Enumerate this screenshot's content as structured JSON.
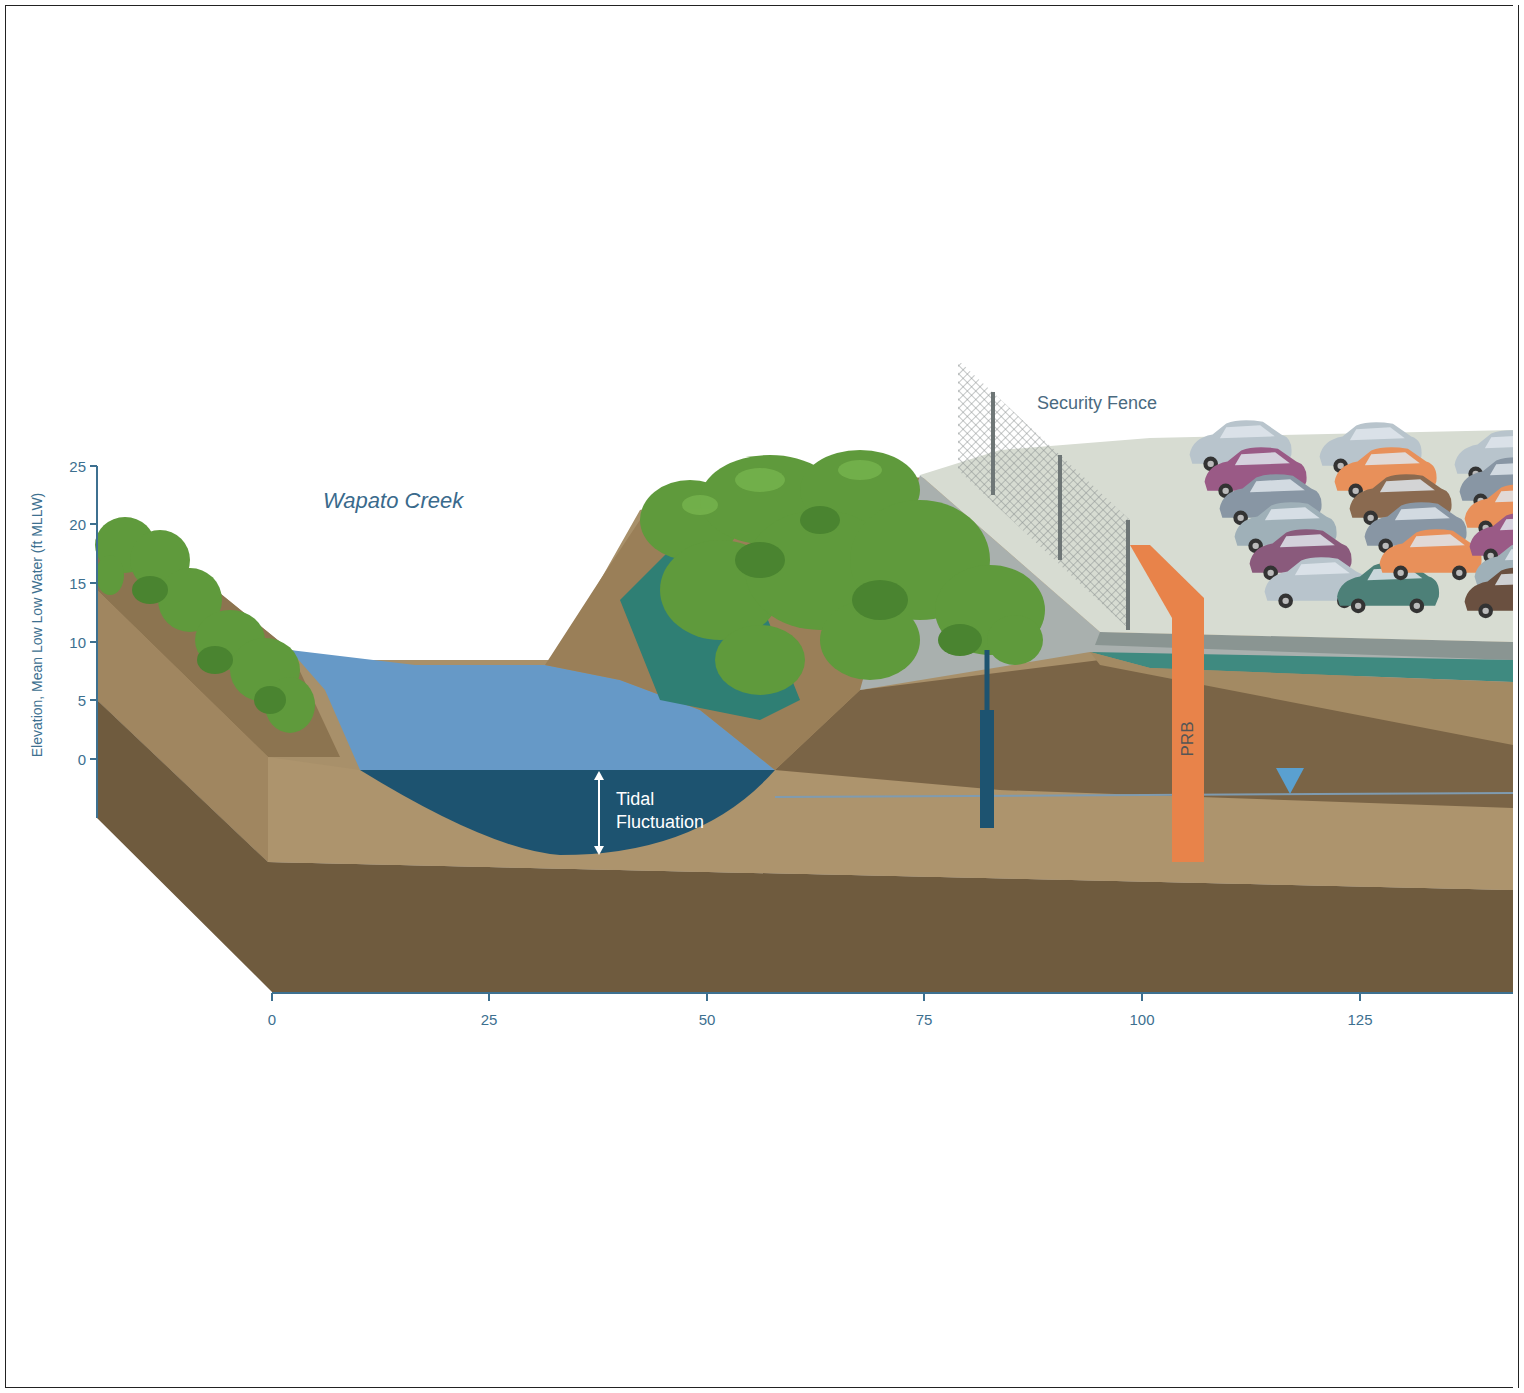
{
  "diagram": {
    "nodes": [
      {
        "text": [
          "PRB"
        ]
      }
    ],
    "labels": [
      "Elevation, Mean Low Low Water (ft MLLW)",
      "25",
      "20",
      "15",
      "10",
      "5",
      "0",
      "Wapato Creek",
      "Security Fence",
      "Tidal Fluctuation",
      "0",
      "25",
      "50",
      "75",
      "100",
      "125"
    ]
  }
}
